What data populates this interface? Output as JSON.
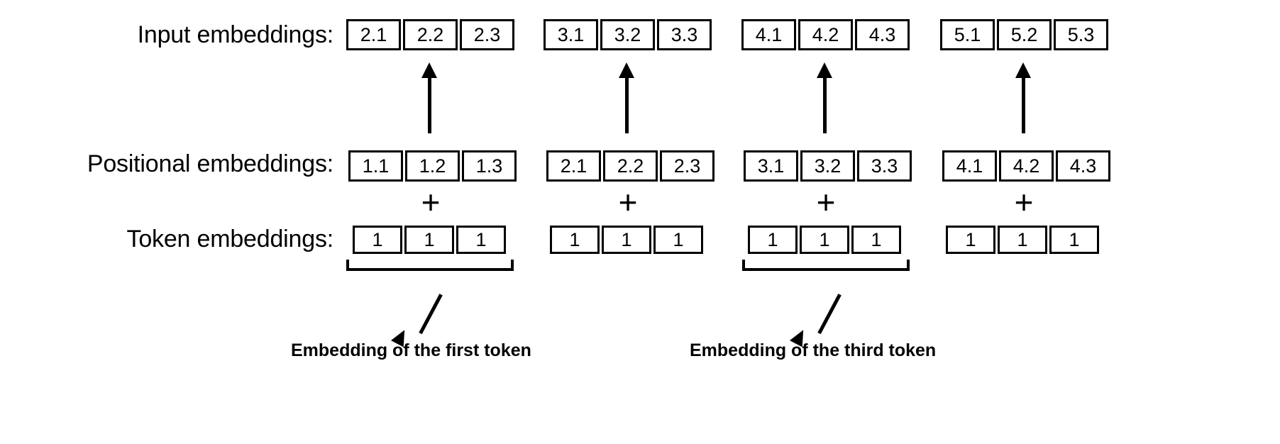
{
  "diagram": {
    "title": "Input embeddings as sum of token and positional embeddings",
    "background_color": "#ffffff",
    "stroke_color": "#000000"
  },
  "rows": {
    "input": {
      "label": "Input embeddings:",
      "groups": [
        {
          "values": [
            "2.1",
            "2.2",
            "2.3"
          ]
        },
        {
          "values": [
            "3.1",
            "3.2",
            "3.3"
          ]
        },
        {
          "values": [
            "4.1",
            "4.2",
            "4.3"
          ]
        },
        {
          "values": [
            "5.1",
            "5.2",
            "5.3"
          ]
        }
      ]
    },
    "positional": {
      "label": "Positional embeddings:",
      "groups": [
        {
          "values": [
            "1.1",
            "1.2",
            "1.3"
          ]
        },
        {
          "values": [
            "2.1",
            "2.2",
            "2.3"
          ]
        },
        {
          "values": [
            "3.1",
            "3.2",
            "3.3"
          ]
        },
        {
          "values": [
            "4.1",
            "4.2",
            "4.3"
          ]
        }
      ]
    },
    "token": {
      "label": "Token embeddings:",
      "groups": [
        {
          "values": [
            "1",
            "1",
            "1"
          ]
        },
        {
          "values": [
            "1",
            "1",
            "1"
          ]
        },
        {
          "values": [
            "1",
            "1",
            "1"
          ]
        },
        {
          "values": [
            "1",
            "1",
            "1"
          ]
        }
      ]
    }
  },
  "operators": {
    "plus_symbol": "+",
    "count": 4
  },
  "arrows": {
    "vertical_count": 4,
    "vertical_meaning": "sum-flows-up-arrow",
    "diagonal_count": 2,
    "diagonal_meaning": "callout-arrow"
  },
  "captions": [
    {
      "text": "Embedding of the first token",
      "points_to_group": 1
    },
    {
      "text": "Embedding of the third token",
      "points_to_group": 3
    }
  ]
}
